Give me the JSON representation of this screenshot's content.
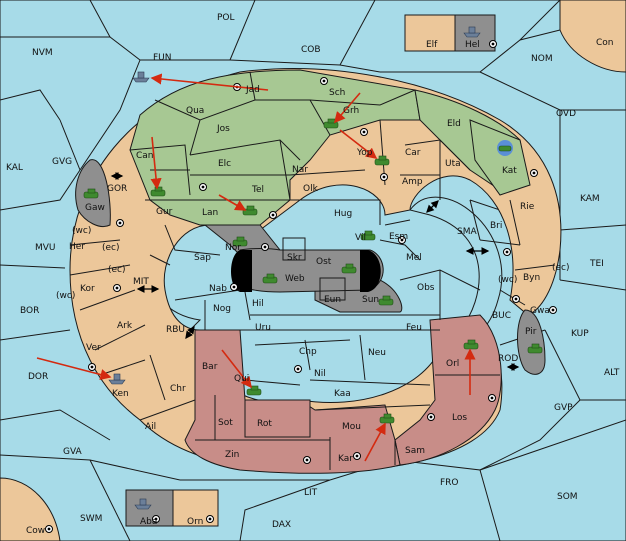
{
  "map": {
    "title": "",
    "sea_regions": {
      "pol": "POL",
      "cob": "COB",
      "nom": "NOM",
      "nvm": "NVM",
      "fun": "FUN",
      "ovd": "OVD",
      "kal": "KAL",
      "gvg": "GVG",
      "kam": "KAM",
      "tei": "TEI",
      "mvu": "MVU",
      "bor": "BOR",
      "kup": "KUP",
      "alt": "ALT",
      "dor": "DOR",
      "gvp": "GVP",
      "gva": "GVA",
      "fro": "FRO",
      "som": "SOM",
      "lit": "LIT",
      "swm": "SWM",
      "dax": "DAX",
      "sma": "SMA",
      "mit": "MIT",
      "rbu": "RBU",
      "gor": "GOR",
      "buc": "BUC",
      "rod": "ROD"
    },
    "land_regions": {
      "con": "Con",
      "cow": "Cow",
      "elf": "Elf",
      "hel": "Hel",
      "aba": "Aba",
      "orn": "Orn",
      "jad": "Jad",
      "sch": "Sch",
      "qua": "Qua",
      "grh": "Grh",
      "jos": "Jos",
      "eld": "Eld",
      "can": "Can",
      "elc": "Elc",
      "yop": "Yop",
      "car": "Car",
      "uta": "Uta",
      "kat": "Kat",
      "nar": "Nar",
      "amp": "Amp",
      "gaw": "Gaw",
      "gur": "Gur",
      "tel": "Tel",
      "olk": "Olk",
      "lan": "Lan",
      "hug": "Hug",
      "rie": "Rie",
      "bri": "Bri",
      "her": "Her",
      "nor": "Nor",
      "skr": "Skr",
      "vil": "Vil",
      "esm": "Esm",
      "sap": "Sap",
      "ost": "Ost",
      "mel": "Mel",
      "web": "Web",
      "byn": "Byn",
      "kor": "Kor",
      "nab": "Nab",
      "eun": "Eun",
      "sun": "Sun",
      "obs": "Obs",
      "gwa": "Gwa",
      "ark": "Ark",
      "hil": "Hil",
      "nog": "Nog",
      "pir": "Pir",
      "uru": "Uru",
      "feu": "Feu",
      "ver": "Ver",
      "chp": "Chp",
      "neu": "Neu",
      "orl": "Orl",
      "bar": "Bar",
      "qui": "Qui",
      "nil": "Nil",
      "ken": "Ken",
      "chr": "Chr",
      "kaa": "Kaa",
      "los": "Los",
      "ail": "Ail",
      "sot": "Sot",
      "rot": "Rot",
      "mou": "Mou",
      "zin": "Zin",
      "kar": "Kar",
      "sam": "Sam"
    },
    "coast_labels": {
      "her_ec": "(ec)",
      "her_wc": "(wc)",
      "kor_ec": "(ec)",
      "kor_wc": "(wc)",
      "byn_ec": "(ec)",
      "byn_wc": "(wc)"
    },
    "colors": {
      "sea": "#a7dbe8",
      "neutral": "#ecc79a",
      "green_power": "#a7c893",
      "red_power": "#c88d88",
      "grey_power": "#8f8f8f",
      "order_arrow": "#d42a10",
      "army": "#3f8a2f",
      "fleet": "#6b7f99"
    },
    "icons": {
      "army": "tank-icon",
      "fleet": "ship-icon",
      "supply_center": "supply-center-icon",
      "order": "move-arrow-icon",
      "link": "double-arrow-icon"
    }
  }
}
